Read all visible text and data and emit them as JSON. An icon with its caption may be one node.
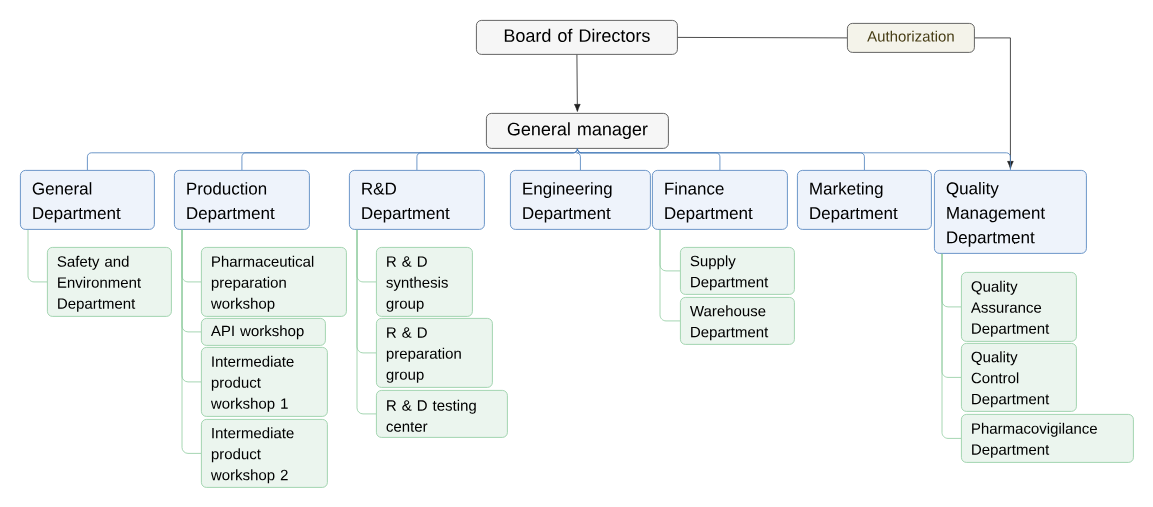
{
  "diagram": {
    "nodes": [
      {
        "text": [
          "Board of Directors"
        ]
      },
      {
        "text": [
          "Authorization"
        ]
      },
      {
        "text": [
          "General manager"
        ]
      },
      {
        "text": [
          "General Department"
        ]
      },
      {
        "text": [
          "Production Department"
        ]
      },
      {
        "text": [
          "R&D Department"
        ]
      },
      {
        "text": [
          "Engineering Department"
        ]
      },
      {
        "text": [
          "Finance Department"
        ]
      },
      {
        "text": [
          "Marketing Department"
        ]
      },
      {
        "text": [
          "Quality Management Department"
        ]
      },
      {
        "text": [
          "Safety and Environment Department"
        ]
      },
      {
        "text": [
          "Pharmaceutical preparation workshop"
        ]
      },
      {
        "text": [
          "API workshop"
        ]
      },
      {
        "text": [
          "Intermediate product workshop 1"
        ]
      },
      {
        "text": [
          "Intermediate product workshop 2"
        ]
      },
      {
        "text": [
          "R & D synthesis group"
        ]
      },
      {
        "text": [
          "R & D preparation group"
        ]
      },
      {
        "text": [
          "R & D testing center"
        ]
      },
      {
        "text": [
          "Supply Department"
        ]
      },
      {
        "text": [
          "Warehouse Department"
        ]
      },
      {
        "text": [
          "Quality Assurance Department"
        ]
      },
      {
        "text": [
          "Quality Control Department"
        ]
      },
      {
        "text": [
          "Pharmacovigilance Department"
        ]
      }
    ],
    "edges": [
      {
        "from": 0,
        "to": 2,
        "arrow": "to",
        "color": "#202020"
      },
      {
        "from": 0,
        "to": 1,
        "arrow": "none",
        "color": "#202020"
      },
      {
        "from": 1,
        "to": 9,
        "arrow": "to",
        "color": "#202020"
      },
      {
        "from": 2,
        "to": 3,
        "arrow": "none",
        "color": "#4a7ebb"
      },
      {
        "from": 2,
        "to": 4,
        "arrow": "none",
        "color": "#4a7ebb"
      },
      {
        "from": 2,
        "to": 5,
        "arrow": "none",
        "color": "#4a7ebb"
      },
      {
        "from": 2,
        "to": 6,
        "arrow": "none",
        "color": "#4a7ebb"
      },
      {
        "from": 2,
        "to": 7,
        "arrow": "none",
        "color": "#4a7ebb"
      },
      {
        "from": 2,
        "to": 8,
        "arrow": "none",
        "color": "#4a7ebb"
      },
      {
        "from": 2,
        "to": 9,
        "arrow": "none",
        "color": "#4a7ebb"
      },
      {
        "from": 3,
        "to": 10,
        "arrow": "none"
      },
      {
        "from": 4,
        "to": 11,
        "arrow": "none"
      },
      {
        "from": 4,
        "to": 12,
        "arrow": "none"
      },
      {
        "from": 4,
        "to": 13,
        "arrow": "none"
      },
      {
        "from": 4,
        "to": 14,
        "arrow": "none"
      },
      {
        "from": 5,
        "to": 15,
        "arrow": "none"
      },
      {
        "from": 5,
        "to": 16,
        "arrow": "none"
      },
      {
        "from": 5,
        "to": 17,
        "arrow": "none"
      },
      {
        "from": 7,
        "to": 18,
        "arrow": "none"
      },
      {
        "from": 7,
        "to": 19,
        "arrow": "none"
      },
      {
        "from": 9,
        "to": 20,
        "arrow": "none"
      },
      {
        "from": 9,
        "to": 21,
        "arrow": "none"
      },
      {
        "from": 9,
        "to": 22,
        "arrow": "none"
      }
    ]
  }
}
